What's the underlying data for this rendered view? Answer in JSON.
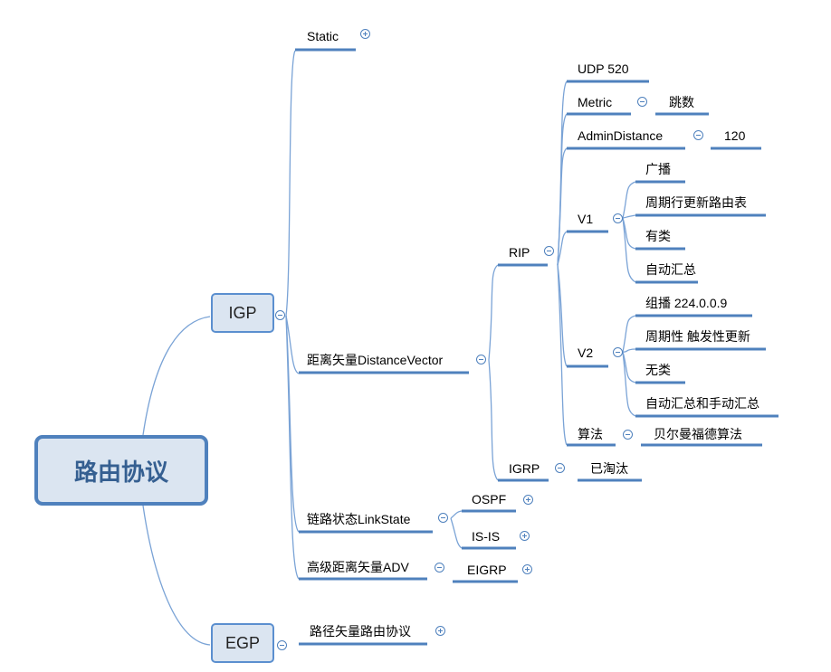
{
  "root": "路由协议",
  "igp": "IGP",
  "egp": "EGP",
  "static": "Static",
  "dv": "距离矢量DistanceVector",
  "rip": "RIP",
  "udp": "UDP 520",
  "metric": "Metric",
  "metric_val": "跳数",
  "admin": "AdminDistance",
  "admin_val": "120",
  "v1": "V1",
  "v1_items": [
    "广播",
    "周期行更新路由表",
    "有类",
    "自动汇总"
  ],
  "v2": "V2",
  "v2_items": [
    "组播 224.0.0.9",
    "周期性 触发性更新",
    "无类",
    "自动汇总和手动汇总"
  ],
  "algo": "算法",
  "algo_val": "贝尔曼福德算法",
  "igrp": "IGRP",
  "igrp_val": "已淘汰",
  "ls": "链路状态LinkState",
  "ospf": "OSPF",
  "isis": "IS-IS",
  "adv": "高级距离矢量ADV",
  "eigrp": "EIGRP",
  "pv": "路径矢量路由协议",
  "colors": {
    "line": "#4f81bd",
    "node_fill": "#dbe5f1",
    "root_text": "#355f91"
  }
}
